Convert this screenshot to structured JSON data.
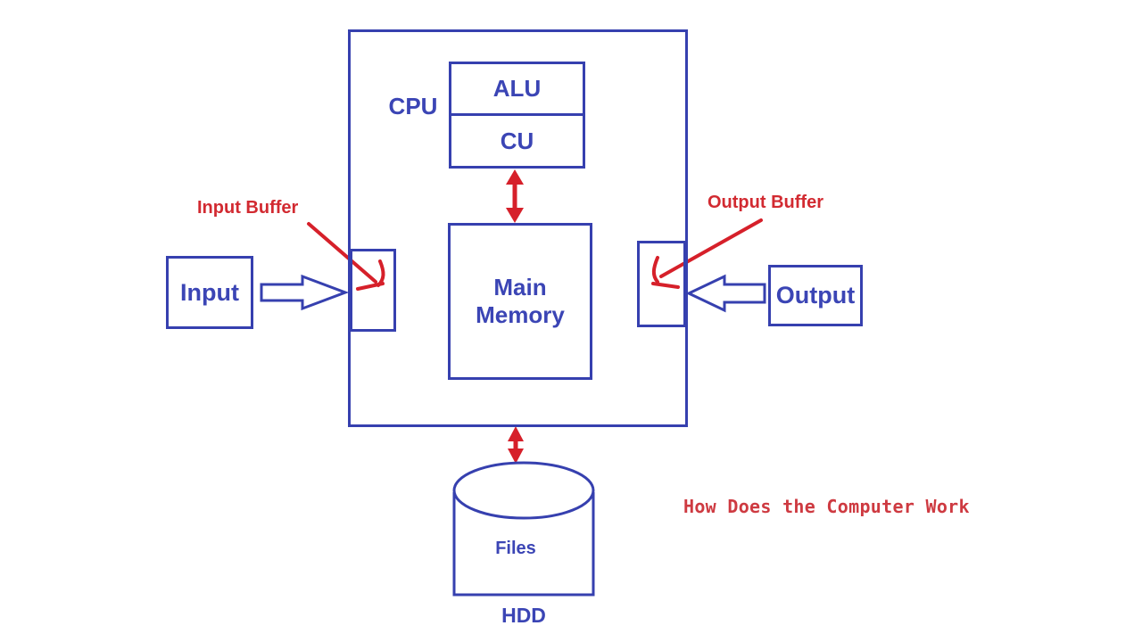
{
  "colors": {
    "blue_line": "#3640af",
    "blue_text": "#3b45b5",
    "red_line": "#d6202a",
    "red_label": "#d22a31",
    "caption_red": "#ce3a41",
    "background": "#ffffff"
  },
  "diagram": {
    "caption": "How Does the Computer Work",
    "system": {
      "cpu": {
        "label": "CPU",
        "alu": "ALU",
        "cu": "CU"
      },
      "main_memory": "Main Memory",
      "input_buffer_label": "Input Buffer",
      "output_buffer_label": "Output Buffer"
    },
    "devices": {
      "input": "Input",
      "output": "Output"
    },
    "storage": {
      "files": "Files",
      "hdd": "HDD"
    }
  }
}
